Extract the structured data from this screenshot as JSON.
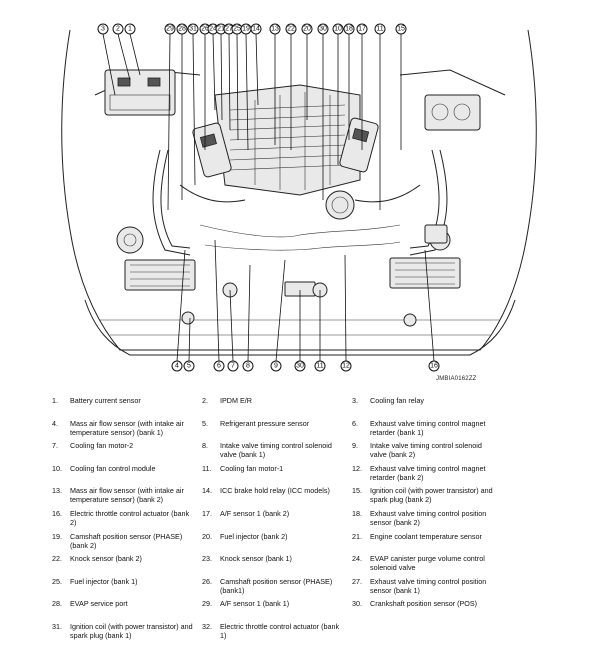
{
  "figure_code": "JMBIA0162ZZ",
  "callouts_top": [
    "3",
    "2",
    "1",
    "29",
    "28",
    "31",
    "26",
    "24",
    "21",
    "27",
    "25",
    "19",
    "14",
    "13",
    "22",
    "20",
    "30",
    "10",
    "18",
    "17",
    "11",
    "15"
  ],
  "callouts_bottom": [
    "4",
    "5",
    "6",
    "7",
    "8",
    "9",
    "30",
    "11",
    "12",
    "16"
  ],
  "legend": [
    {
      "num": "1.",
      "text": "Battery current sensor"
    },
    {
      "num": "2.",
      "text": "IPDM E/R"
    },
    {
      "num": "3.",
      "text": "Cooling fan relay"
    },
    {
      "num": "4.",
      "text": "Mass air flow sensor (with intake air temperature sensor) (bank 1)"
    },
    {
      "num": "5.",
      "text": "Refrigerant pressure sensor"
    },
    {
      "num": "6.",
      "text": "Exhaust valve timing control magnet retarder (bank 1)"
    },
    {
      "num": "7.",
      "text": "Cooling fan motor-2"
    },
    {
      "num": "8.",
      "text": "Intake valve timing control solenoid valve (bank 1)"
    },
    {
      "num": "9.",
      "text": "Intake valve timing control solenoid valve (bank 2)"
    },
    {
      "num": "10.",
      "text": "Cooling fan control module"
    },
    {
      "num": "11.",
      "text": "Cooling fan motor-1"
    },
    {
      "num": "12.",
      "text": "Exhaust valve timing control magnet retarder (bank 2)"
    },
    {
      "num": "13.",
      "text": "Mass air flow sensor (with intake air temperature sensor) (bank 2)"
    },
    {
      "num": "14.",
      "text": "ICC brake hold relay (ICC models)"
    },
    {
      "num": "15.",
      "text": "Ignition coil (with power transistor) and spark plug (bank 2)"
    },
    {
      "num": "16.",
      "text": "Electric throttle control actuator (bank 2)"
    },
    {
      "num": "17.",
      "text": "A/F sensor 1 (bank 2)"
    },
    {
      "num": "18.",
      "text": "Exhaust valve timing control position sensor (bank 2)"
    },
    {
      "num": "19.",
      "text": "Camshaft position sensor (PHASE) (bank 2)"
    },
    {
      "num": "20.",
      "text": "Fuel injector (bank 2)"
    },
    {
      "num": "21.",
      "text": "Engine coolant temperature sensor"
    },
    {
      "num": "22.",
      "text": "Knock sensor (bank 2)"
    },
    {
      "num": "23.",
      "text": "Knock sensor (bank 1)"
    },
    {
      "num": "24.",
      "text": "EVAP canister purge volume control solenoid valve"
    },
    {
      "num": "25.",
      "text": "Fuel injector (bank 1)"
    },
    {
      "num": "26.",
      "text": "Camshaft position sensor (PHASE) (bank1)"
    },
    {
      "num": "27.",
      "text": "Exhaust valve timing control position sensor (bank 1)"
    },
    {
      "num": "28.",
      "text": "EVAP service port"
    },
    {
      "num": "29.",
      "text": "A/F sensor 1 (bank 1)"
    },
    {
      "num": "30.",
      "text": "Crankshaft position sensor (POS)"
    },
    {
      "num": "31.",
      "text": "Ignition coil (with power transistor) and spark plug (bank 1)"
    },
    {
      "num": "32.",
      "text": "Electric throttle control actuator (bank 1)"
    }
  ]
}
